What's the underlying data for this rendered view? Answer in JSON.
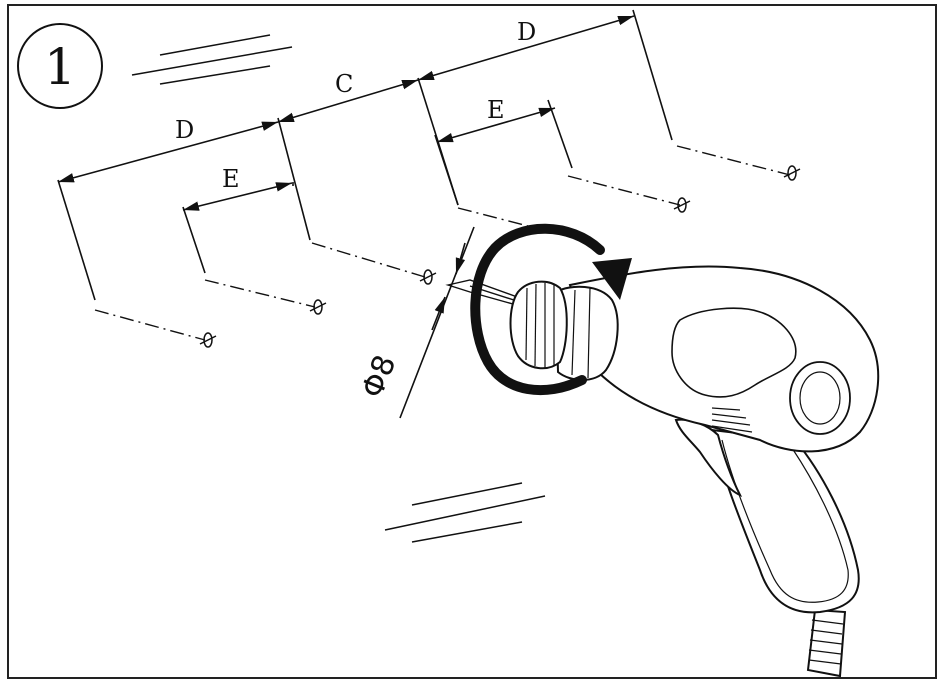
{
  "step_number": "1",
  "dimensions": {
    "d_left": "D",
    "e_left": "E",
    "c_middle": "C",
    "d_right": "D",
    "e_right": "E"
  },
  "drill_diameter": "Φ8",
  "colors": {
    "line": "#111111",
    "background": "#ffffff"
  },
  "icons": [
    "rotation-arrow-icon",
    "drill-tool-icon",
    "hole-mark-icon"
  ]
}
